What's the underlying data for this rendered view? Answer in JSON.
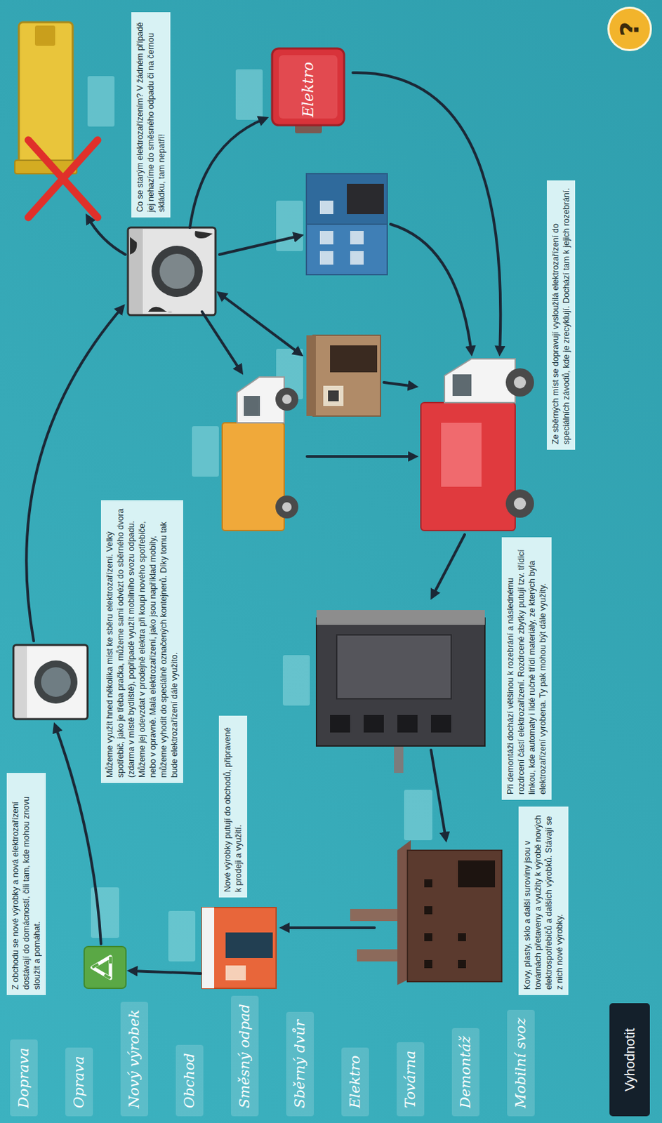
{
  "diagram": {
    "nodes": [
      {
        "text": [
          "Z obchodu se nové výrobky a nová elektrozařízení dostávají do domácností, čili tam, kde mohou znovu sloužit a pomáhat."
        ]
      },
      {
        "text": [
          "Můžeme využít hned několika míst ke sběru elektrozařízení. Velký spotřebič, jako je třeba pračka, můžeme sami odvézt do sběrného dvora (zdarma v místě bydliště), popřípadě využít mobilního svozu odpadu. Můžeme jej odevzdat v prodejně elektra při koupi nového spotřebiče, nebo v opravně. Malá elektrozařízení, jako jsou například mobily, můžeme vyhodit do speciálně označených kontejnerů. Díky tomu tak bude elektrozařízení dále využito."
        ]
      },
      {
        "text": [
          "Co se starým elektrozařízením? V žádném případě jej nehazíme do směsného odpadu či na černou skládku, tam nepatří!"
        ]
      },
      {
        "text": [
          "Elektro"
        ]
      },
      {
        "text": [
          "Nové výrobky putují do obchodů, připravené k prodeji a využití."
        ]
      },
      {
        "text": [
          "Při demontáži dochází většinou k rozebrání a následnému rozdrcení částí elektrozařízení. Rozdrcené zbytky putují tzv. třídicí linkou, kde automaty i lidé ručně třídí materiály, ze kterých byla elektrozařízení vyrobena. Ty pak mohou být dále využity."
        ]
      },
      {
        "text": [
          "Ze sběrných míst se dopravují vysloužilá elektrozařízení do speciálních závodů, kde je zrecyklují. Dochází tam k jejich rozebrání."
        ]
      },
      {
        "text": [
          "Kovy, plasty, sklo a další suroviny jsou v továrnách přetaveny a využity k výrobě nových elektrospotřebičů a dalších výrobků. Stávají se z nich nové výrobky."
        ]
      },
      {
        "text": [
          "Doprava"
        ]
      },
      {
        "text": [
          "Oprava"
        ]
      },
      {
        "text": [
          "Nový výrobek"
        ]
      },
      {
        "text": [
          "Obchod"
        ]
      },
      {
        "text": [
          "Směsný odpad"
        ]
      },
      {
        "text": [
          "Sběrný dvůr"
        ]
      },
      {
        "text": [
          "Elektro"
        ]
      },
      {
        "text": [
          "Továrna"
        ]
      },
      {
        "text": [
          "Demontáž"
        ]
      },
      {
        "text": [
          "Mobilní svoz"
        ]
      },
      {
        "text": [
          "Vyhodnotit"
        ]
      },
      {
        "text": [
          "?"
        ]
      }
    ]
  }
}
